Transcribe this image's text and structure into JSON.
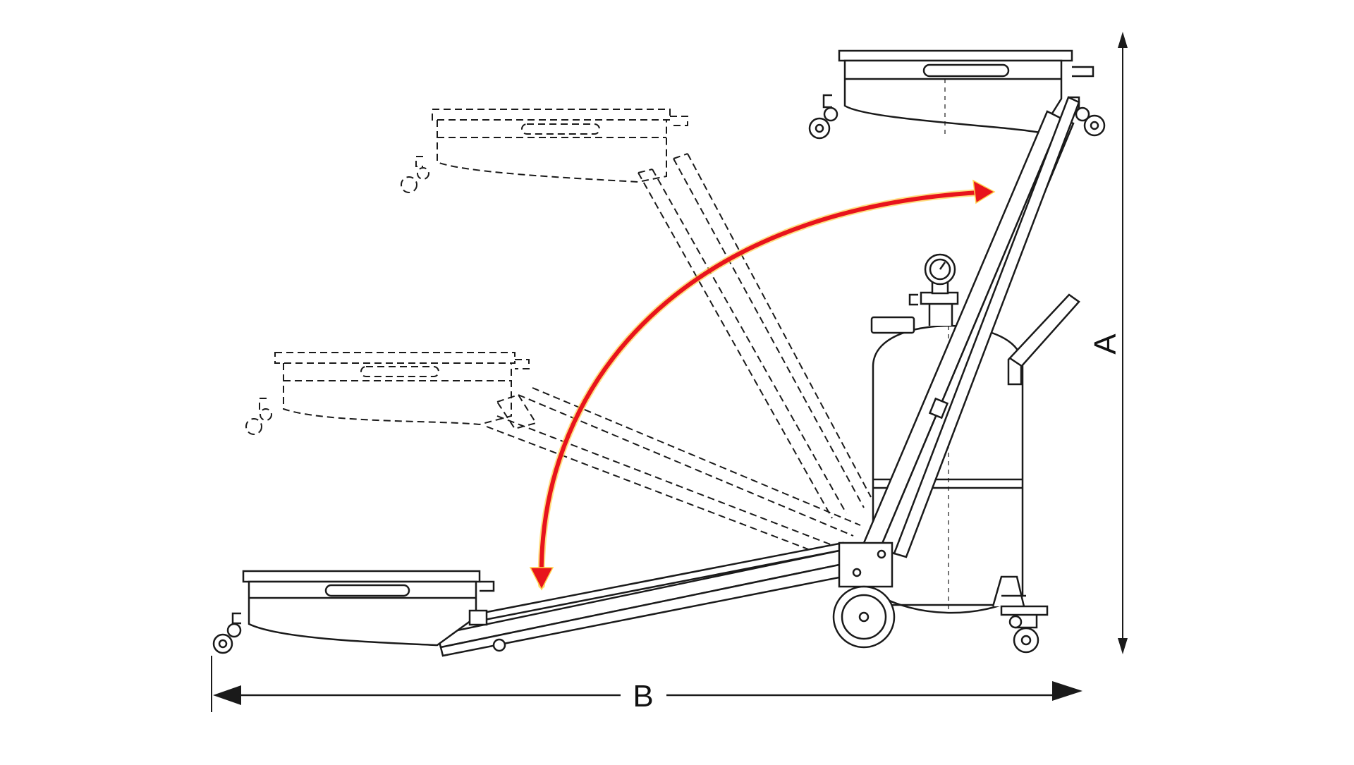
{
  "dimensions": {
    "height_label": "A",
    "length_label": "B"
  },
  "colors": {
    "line": "#1a1a1a",
    "arrow": "#e8141c",
    "arrow_glow": "#ffd24d",
    "background": "#ffffff"
  },
  "icons": {
    "dimension_arrowheads": "filled-triangle",
    "pivot_arrow": "curved-double-arrow"
  }
}
